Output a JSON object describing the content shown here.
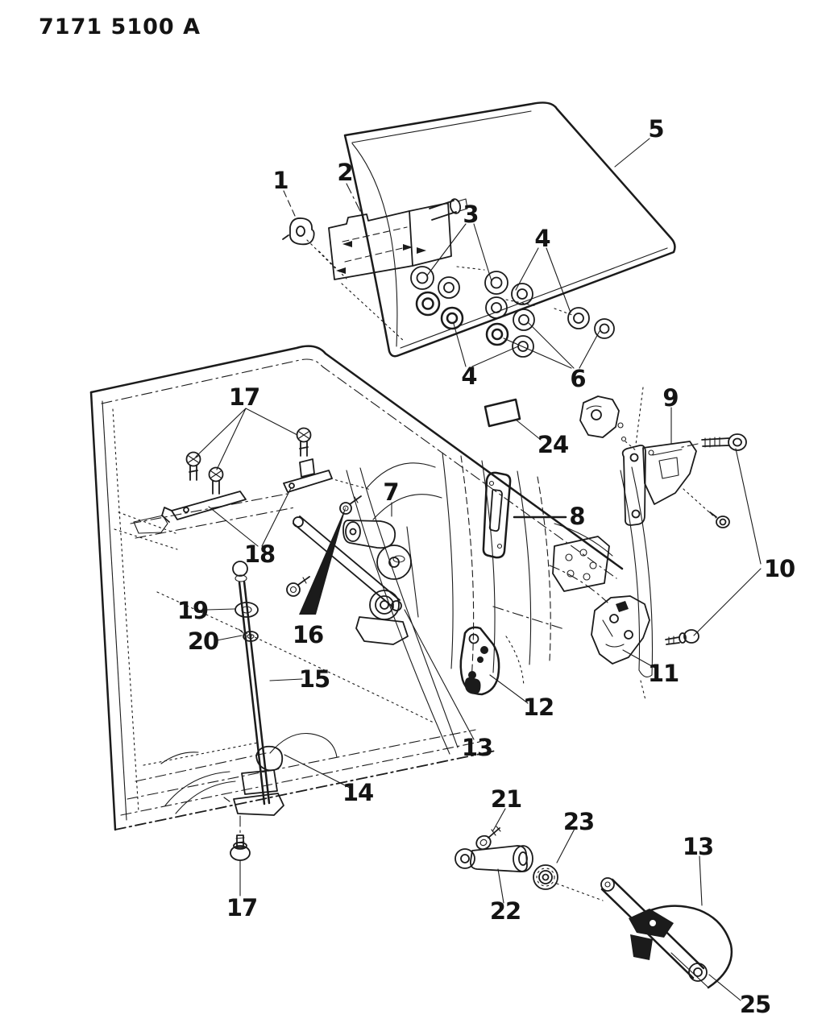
{
  "header": {
    "drawing_code": "7171 5100 A"
  },
  "colors": {
    "ink": "#1b1b1b",
    "paper": "#ffffff"
  },
  "callouts": [
    {
      "label": "1"
    },
    {
      "label": "2"
    },
    {
      "label": "3"
    },
    {
      "label": "4"
    },
    {
      "label": "5"
    },
    {
      "label": "4"
    },
    {
      "label": "6"
    },
    {
      "label": "17"
    },
    {
      "label": "24"
    },
    {
      "label": "9"
    },
    {
      "label": "8"
    },
    {
      "label": "7"
    },
    {
      "label": "18"
    },
    {
      "label": "10"
    },
    {
      "label": "19"
    },
    {
      "label": "16"
    },
    {
      "label": "20"
    },
    {
      "label": "15"
    },
    {
      "label": "11"
    },
    {
      "label": "12"
    },
    {
      "label": "13"
    },
    {
      "label": "14"
    },
    {
      "label": "21"
    },
    {
      "label": "23"
    },
    {
      "label": "13"
    },
    {
      "label": "22"
    },
    {
      "label": "17"
    },
    {
      "label": "25"
    }
  ]
}
